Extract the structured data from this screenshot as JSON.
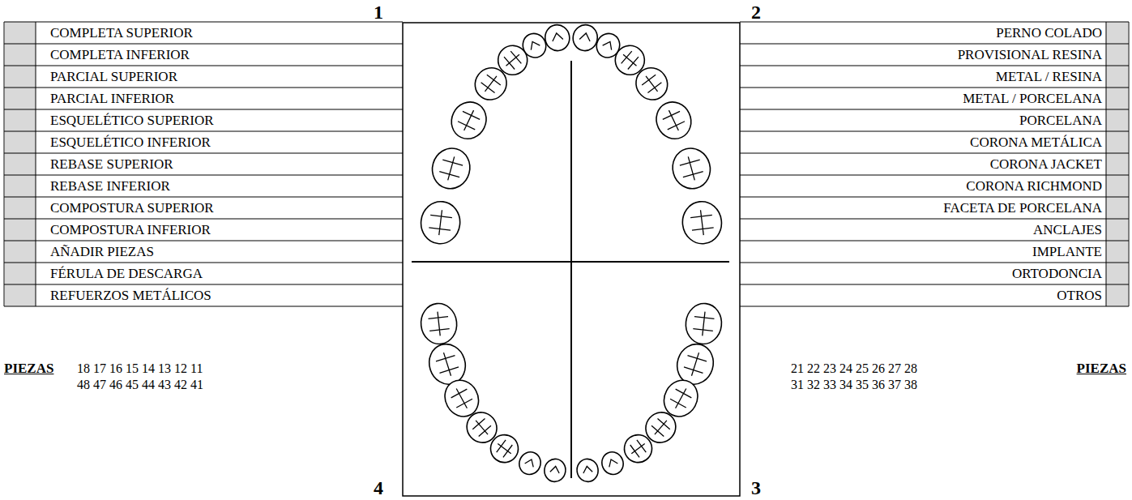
{
  "diagram": {
    "labels": [
      "1",
      "2",
      "COMPLETA SUPERIOR",
      "COMPLETA INFERIOR",
      "PARCIAL SUPERIOR",
      "PARCIAL INFERIOR",
      "ESQUELÉTICO SUPERIOR",
      "ESQUELÉTICO INFERIOR",
      "REBASE SUPERIOR",
      "REBASE INFERIOR",
      "COMPOSTURA SUPERIOR",
      "COMPOSTURA INFERIOR",
      "AÑADIR PIEZAS",
      "FÉRULA DE DESCARGA",
      "REFUERZOS METÁLICOS",
      "PERNO COLADO",
      "PROVISIONAL RESINA",
      "METAL / RESINA",
      "METAL / PORCELANA",
      "PORCELANA",
      "CORONA METÁLICA",
      "CORONA JACKET",
      "CORONA RICHMOND",
      "FACETA DE PORCELANA",
      "ANCLAJES",
      "IMPLANTE",
      "ORTODONCIA",
      "OTROS",
      "PIEZAS",
      "18 17 16 15 14 13 12 11",
      "48 47 46 45 44 43 42 41",
      "21 22 23 24 25 26 27 28",
      "31 32 33 34 35 36 37 38",
      "PIEZAS",
      "4",
      "3"
    ]
  }
}
